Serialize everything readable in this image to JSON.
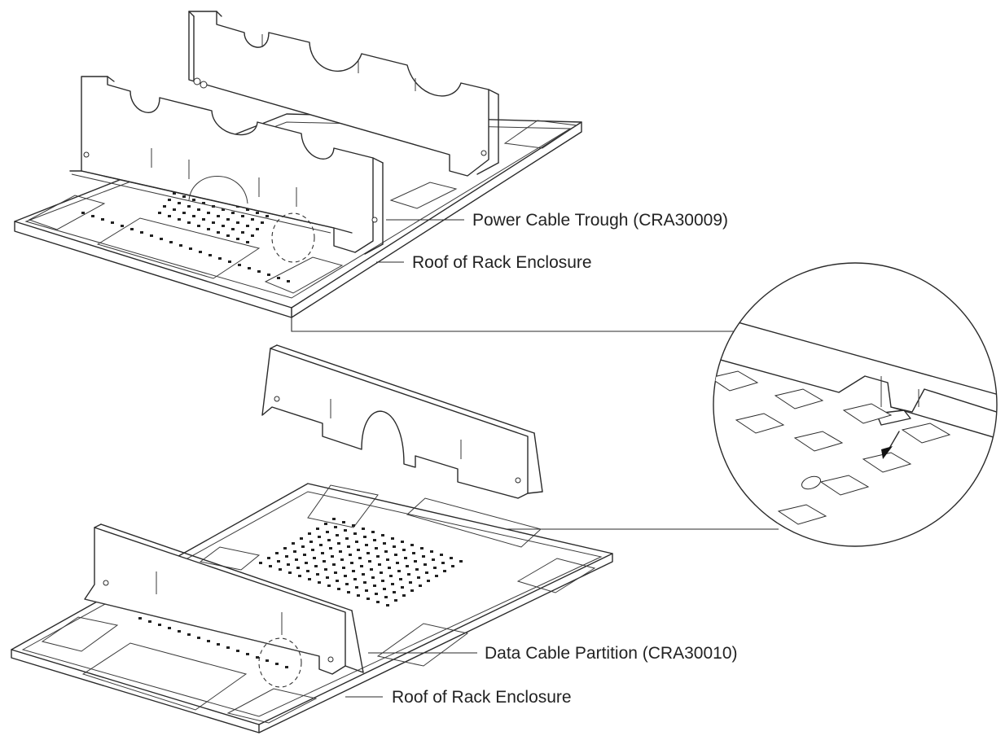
{
  "labels": {
    "power_cable_trough": "Power Cable Trough (CRA30009)",
    "roof_top": "Roof of Rack Enclosure",
    "data_cable_partition": "Data Cable Partition (CRA30010)",
    "roof_bottom": "Roof of Rack Enclosure"
  }
}
